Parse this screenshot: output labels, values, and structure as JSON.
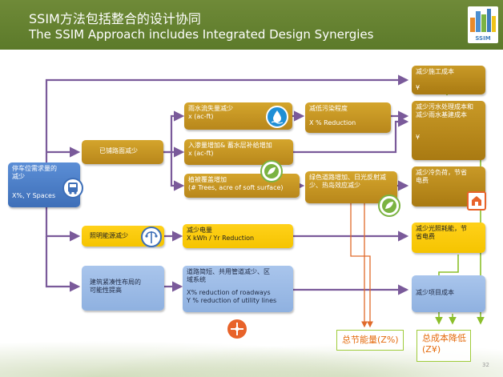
{
  "header": {
    "title_cn": "SSIM方法包括整合的设计协同",
    "title_en": "The SSIM Approach includes Integrated Design Synergies",
    "logo_text": "SSIM"
  },
  "boxes": {
    "parking": {
      "line1": "停车位需求量的",
      "line2": "减少",
      "line3": "X%, Y Spaces"
    },
    "paved": {
      "label": "已铺路面减少"
    },
    "lighting": {
      "label": "照明能源减少"
    },
    "layout": {
      "line1": "建筑紧凑性布局的",
      "line2": "可能性提高"
    },
    "runoff": {
      "line1": "雨水流失量减少",
      "line2": "x (ac-ft)"
    },
    "infiltration": {
      "line1": "入渗量增加& 蓄水层补给增加",
      "line2": "x (ac-ft)"
    },
    "vegetation": {
      "line1": "植被覆盖增加",
      "line2": "(# Trees, acre of soft surface)"
    },
    "pollution": {
      "line1": "减低污染程度",
      "line2": "X % Reduction"
    },
    "green_roads": {
      "line1": "绿色道路增加、日光反射减",
      "line2": "少、热岛效应减少"
    },
    "electricity": {
      "line1": "减少电量",
      "line2": "X kWh / Yr Reduction"
    },
    "roadways": {
      "line1": "道路简短、共用管道减少、区",
      "line2": "域系统",
      "line3": "X% reduction of roadways",
      "line4": "Y % reduction of utility lines"
    },
    "construction_cost": {
      "line1": "减少施工成本",
      "line2": "¥"
    },
    "wastewater_cost": {
      "line1": "减少污水处理成本和",
      "line2": "减少雨水基建成本",
      "line3": "¥"
    },
    "cooling": {
      "line1": "减少冷负荷，节省",
      "line2": "电费"
    },
    "light_energy": {
      "line1": "减少光照耗能，节",
      "line2": "省电费"
    },
    "project_cost": {
      "label": "减少项目成本"
    }
  },
  "totals": {
    "energy": "总节能量(Z%)",
    "cost_line1": "总成本降低",
    "cost_line2": "(Z¥)"
  },
  "icons": [
    "water-drop-icon",
    "leaf-icon",
    "leaf-icon",
    "bus-icon",
    "streetlight-icon",
    "building-icon",
    "network-icon"
  ],
  "colors": {
    "header": "#5c7a2a",
    "gold": "#c59a25",
    "yellow": "#ffd11a",
    "blue_light": "#9ebce6",
    "blue_dark": "#4a7fc7",
    "arrow_purple": "#7a5a9a",
    "energy_line": "#e06a2a",
    "total_border": "#9fcb3a"
  },
  "page_number": "32"
}
